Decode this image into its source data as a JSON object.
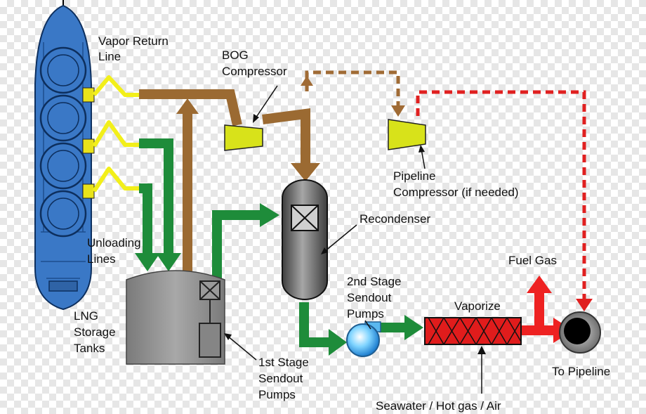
{
  "labels": {
    "vapor_return_1": "Vapor Return",
    "vapor_return_2": "Line",
    "bog_1": "BOG",
    "bog_2": "Compressor",
    "pipeline_comp_1": "Pipeline",
    "pipeline_comp_2": "Compressor (if needed)",
    "recondenser": "Recondenser",
    "unloading_1": "Unloading",
    "unloading_2": "Lines",
    "storage_1": "LNG",
    "storage_2": "Storage",
    "storage_3": "Tanks",
    "fuel_gas": "Fuel Gas",
    "second_stage_1": "2nd Stage",
    "second_stage_2": "Sendout",
    "second_stage_3": "Pumps",
    "vaporize": "Vaporize",
    "first_stage_1": "1st Stage",
    "first_stage_2": "Sendout",
    "first_stage_3": "Pumps",
    "to_pipeline": "To Pipeline",
    "seawater": "Seawater / Hot gas / Air"
  },
  "colors": {
    "ship": "#3a78c6",
    "ship_dark": "#1d4e8e",
    "vapor_line": "#9b6a32",
    "liquid_line": "#1e8c3a",
    "gas_line": "#ee2222",
    "dashed_line": "#e02020",
    "equipment_yellow": "#d8e21a",
    "recondenser": "#6b6b6b",
    "tank": "#8f8f8f"
  }
}
